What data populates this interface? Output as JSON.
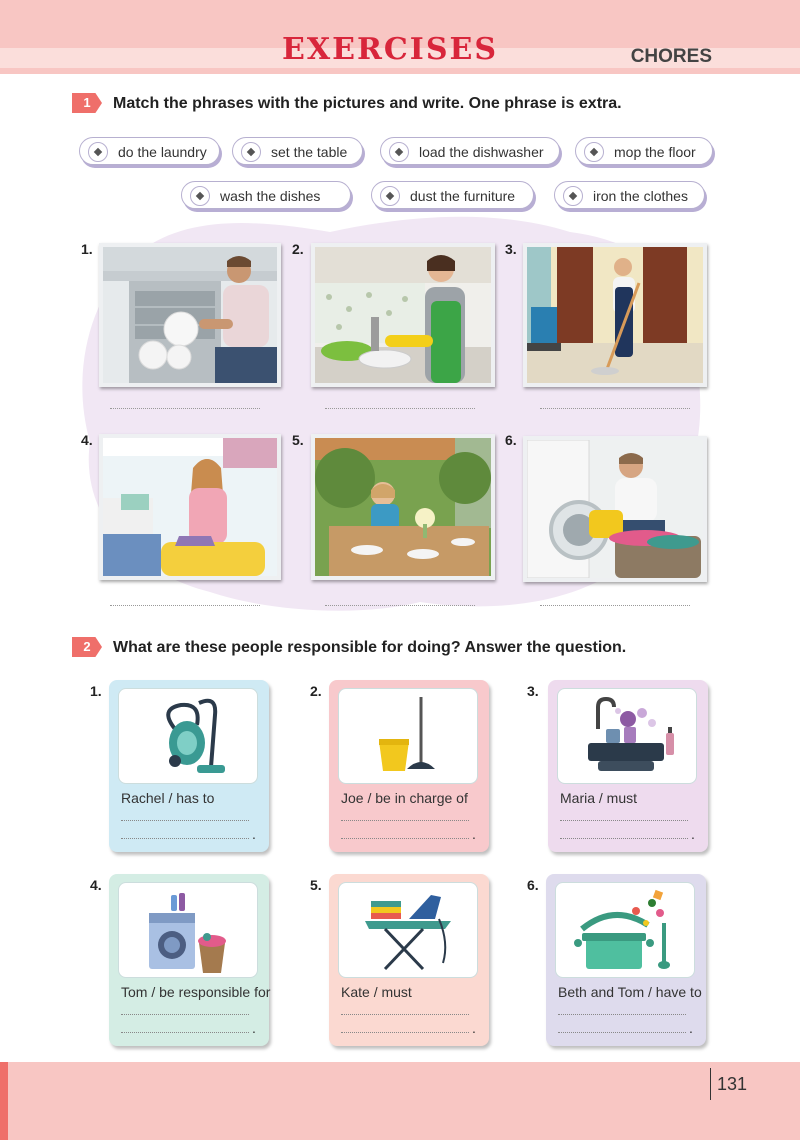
{
  "header": {
    "title": "EXERCISES",
    "topic": "CHORES"
  },
  "exercise1": {
    "number": "1",
    "instruction": "Match the phrases with the pictures and write. One phrase is extra.",
    "phrases": [
      "do the laundry",
      "set the table",
      "load the dishwasher",
      "mop the floor",
      "wash the dishes",
      "dust the furniture",
      "iron the clothes"
    ],
    "picture_labels": [
      "1.",
      "2.",
      "3.",
      "4.",
      "5.",
      "6."
    ]
  },
  "exercise2": {
    "number": "2",
    "instruction": "What are these people responsible for doing? Answer the question.",
    "cards": [
      {
        "label": "1.",
        "prompt": "Rachel / has to",
        "icon": "vacuum-cleaner-icon",
        "color": "#cfeaf4"
      },
      {
        "label": "2.",
        "prompt": "Joe / be in charge of",
        "icon": "mop-bucket-icon",
        "color": "#f8c9cc"
      },
      {
        "label": "3.",
        "prompt": "Maria / must",
        "icon": "sink-dishes-icon",
        "color": "#eedbee"
      },
      {
        "label": "4.",
        "prompt": "Tom / be responsible for",
        "icon": "washing-machine-icon",
        "color": "#d4ede4"
      },
      {
        "label": "5.",
        "prompt": "Kate / must",
        "icon": "ironing-board-icon",
        "color": "#fbd9d1"
      },
      {
        "label": "6.",
        "prompt": "Beth and Tom / have to",
        "icon": "cooking-pot-icon",
        "color": "#dedbed"
      }
    ],
    "end_mark": "."
  },
  "footer": {
    "page_number": "131"
  },
  "colors": {
    "accent": "#ef6f6a",
    "title": "#d8263b",
    "header_band": "#f8c6c3",
    "bubble": "#f1e7f4"
  }
}
